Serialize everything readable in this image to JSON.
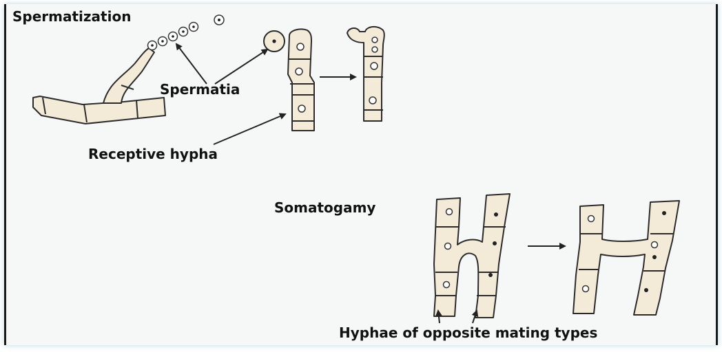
{
  "labels": {
    "spermatization": "Spermatization",
    "spermatia": "Spermatia",
    "receptive_hypha": "Receptive hypha",
    "somatogamy": "Somatogamy",
    "hyphae_mating": "Hyphae of opposite mating types"
  },
  "colors": {
    "cell_fill": "#f3ead8",
    "outline": "#2a2a2a",
    "panel_bg": "#f6f8f8",
    "border": "#1a1a1a"
  }
}
